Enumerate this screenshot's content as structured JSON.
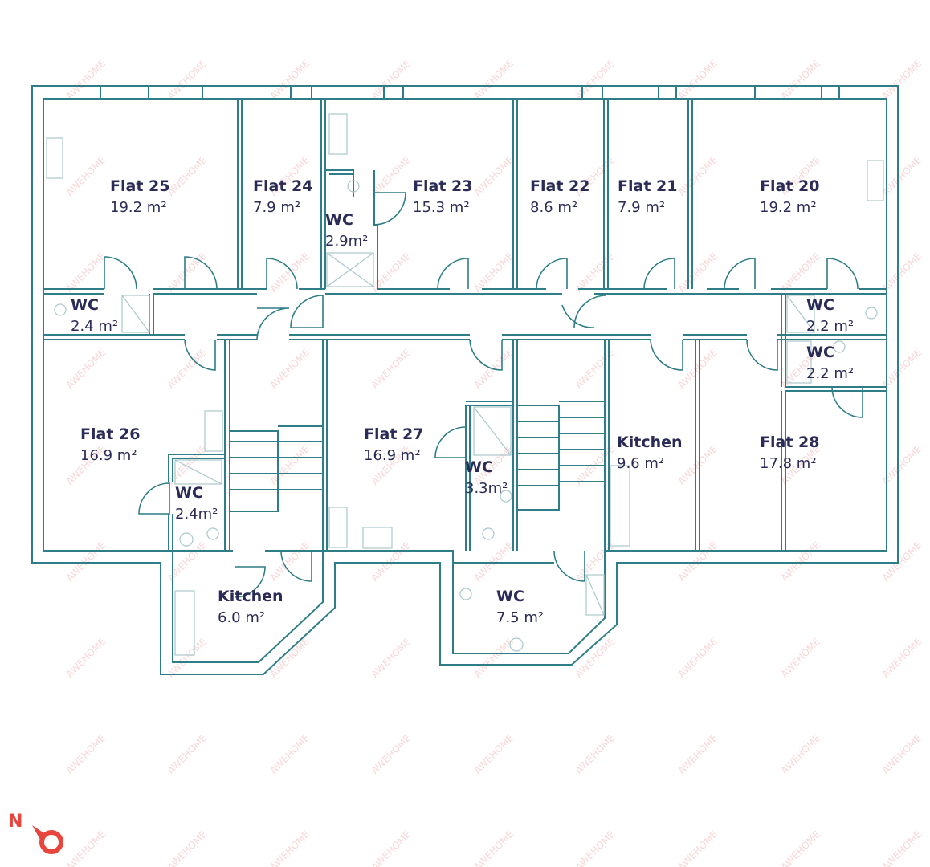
{
  "colors": {
    "wall": "#2f7d86",
    "label": "#2a2b57",
    "fixture": "#a9c8cc",
    "watermark": "#f1b8b8",
    "compass": "#e8453c"
  },
  "rooms": [
    {
      "id": "flat-25",
      "name": "Flat 25",
      "area": "19.2 m²"
    },
    {
      "id": "flat-24",
      "name": "Flat 24",
      "area": "7.9 m²"
    },
    {
      "id": "flat-23",
      "name": "Flat 23",
      "area": "15.3 m²"
    },
    {
      "id": "flat-22",
      "name": "Flat 22",
      "area": "8.6 m²"
    },
    {
      "id": "flat-21",
      "name": "Flat 21",
      "area": "7.9 m²"
    },
    {
      "id": "flat-20",
      "name": "Flat 20",
      "area": "19.2 m²"
    },
    {
      "id": "wc-a",
      "name": "WC",
      "area": "2.9m²"
    },
    {
      "id": "wc-b",
      "name": "WC",
      "area": "2.4 m²"
    },
    {
      "id": "wc-c",
      "name": "WC",
      "area": "2.2 m²"
    },
    {
      "id": "wc-d",
      "name": "WC",
      "area": "2.2 m²"
    },
    {
      "id": "flat-26",
      "name": "Flat 26",
      "area": "16.9 m²"
    },
    {
      "id": "flat-27",
      "name": "Flat 27",
      "area": "16.9 m²"
    },
    {
      "id": "wc-e",
      "name": "WC",
      "area": "3.3m²"
    },
    {
      "id": "kitchen-a",
      "name": "Kitchen",
      "area": "9.6 m²"
    },
    {
      "id": "flat-28",
      "name": "Flat 28",
      "area": "17.8 m²"
    },
    {
      "id": "wc-f",
      "name": "WC",
      "area": "2.4m²"
    },
    {
      "id": "kitchen-b",
      "name": "Kitchen",
      "area": "6.0 m²"
    },
    {
      "id": "wc-g",
      "name": "WC",
      "area": "7.5 m²"
    }
  ],
  "watermark": "AWEHOME",
  "compass": {
    "letter": "N",
    "icon": "north-arrow-icon"
  }
}
